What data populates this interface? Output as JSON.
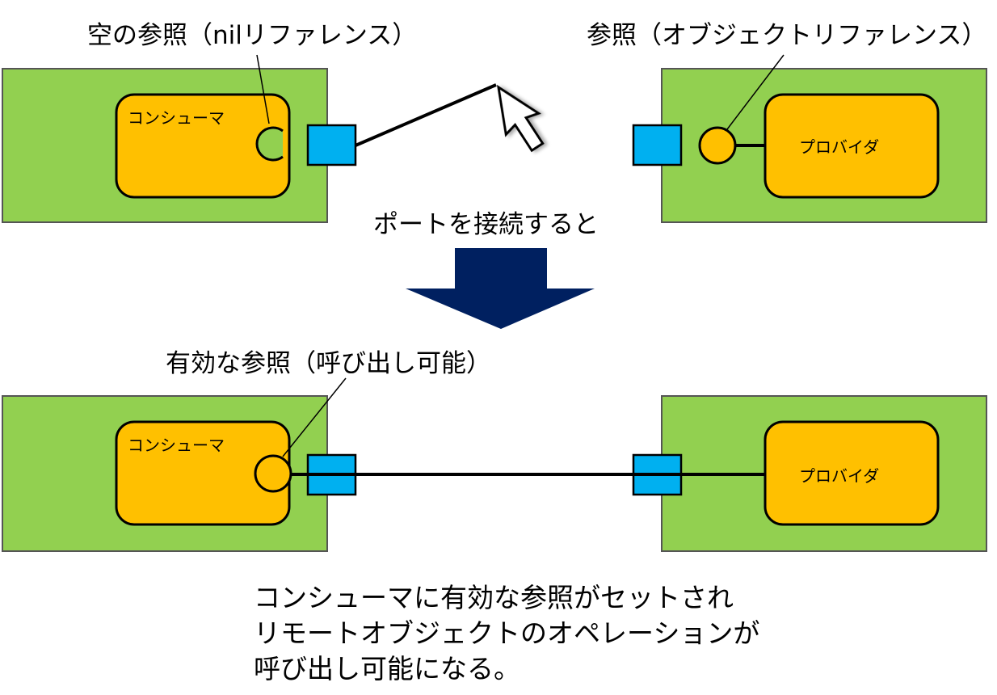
{
  "top": {
    "empty_ref_label": "空の参照（nilリファレンス）",
    "object_ref_label": "参照（オブジェクトリファレンス）",
    "consumer_name": "コンシューマ",
    "provider_name": "プロバイダ"
  },
  "transition_label": "ポートを接続すると",
  "bottom": {
    "valid_ref_label": "有効な参照（呼び出し可能）",
    "consumer_name": "コンシューマ",
    "provider_name": "プロバイダ"
  },
  "caption_lines": [
    "コンシューマに有効な参照がセットされ",
    "リモートオブジェクトのオペレーションが",
    "呼び出し可能になる。"
  ],
  "colors": {
    "component_bg": "#92D050",
    "inner_block": "#FFC000",
    "port": "#00B0F0",
    "arrow": "#002060",
    "stroke": "#000000"
  }
}
